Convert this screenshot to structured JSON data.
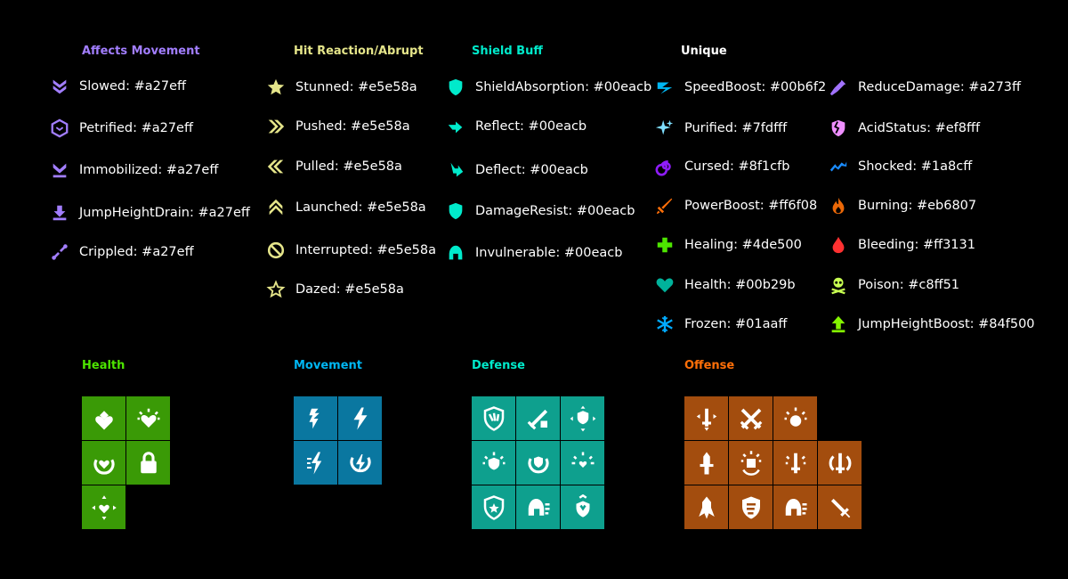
{
  "sections": {
    "affects_movement": {
      "title": "Affects Movement",
      "color": "#a27eff",
      "items": [
        {
          "label": "Slowed: #a27eff",
          "icon": "double-chevron-down-icon",
          "color": "#a27eff"
        },
        {
          "label": "Petrified: #a27eff",
          "icon": "hexagon-icon",
          "color": "#a27eff"
        },
        {
          "label": "Immobilized: #a27eff",
          "icon": "chevron-bar-down-icon",
          "color": "#a27eff"
        },
        {
          "label": "JumpHeightDrain: #a27eff",
          "icon": "arrow-down-bar-icon",
          "color": "#a27eff"
        },
        {
          "label": "Crippled: #a27eff",
          "icon": "broken-bone-icon",
          "color": "#a27eff"
        }
      ]
    },
    "hit_reaction": {
      "title": "Hit Reaction/Abrupt",
      "color": "#e5e58a",
      "items": [
        {
          "label": "Stunned: #e5e58a",
          "icon": "star-icon",
          "color": "#e5e58a"
        },
        {
          "label": "Pushed: #e5e58a",
          "icon": "double-chevron-right-icon",
          "color": "#e5e58a"
        },
        {
          "label": "Pulled: #e5e58a",
          "icon": "double-chevron-left-icon",
          "color": "#e5e58a"
        },
        {
          "label": "Launched: #e5e58a",
          "icon": "double-chevron-up-icon",
          "color": "#e5e58a"
        },
        {
          "label": "Interrupted: #e5e58a",
          "icon": "no-entry-icon",
          "color": "#e5e58a"
        },
        {
          "label": "Dazed: #e5e58a",
          "icon": "star-outline-icon",
          "color": "#e5e58a"
        }
      ]
    },
    "shield_buff": {
      "title": "Shield Buff",
      "color": "#00eacb",
      "items": [
        {
          "label": "ShieldAbsorption: #00eacb",
          "icon": "shield-icon",
          "color": "#00eacb"
        },
        {
          "label": "Reflect: #00eacb",
          "icon": "reflect-arrow-icon",
          "color": "#00eacb"
        },
        {
          "label": "Deflect: #00eacb",
          "icon": "deflect-arrow-icon",
          "color": "#00eacb"
        },
        {
          "label": "DamageResist: #00eacb",
          "icon": "shield-icon",
          "color": "#00eacb"
        },
        {
          "label": "Invulnerable: #00eacb",
          "icon": "helmet-icon",
          "color": "#00eacb"
        }
      ]
    },
    "unique": {
      "title": "Unique",
      "color": "#ffffff",
      "col1": [
        {
          "label": "SpeedBoost: #00b6f2",
          "icon": "speed-icon",
          "color": "#00b6f2"
        },
        {
          "label": "Purified: #7fdfff",
          "icon": "sparkle-icon",
          "color": "#7fdfff"
        },
        {
          "label": "Cursed: #8f1cfb",
          "icon": "spiral-icon",
          "color": "#8f1cfb"
        },
        {
          "label": "PowerBoost: #ff6f08",
          "icon": "sword-icon",
          "color": "#ff6f08"
        },
        {
          "label": "Healing: #4de500",
          "icon": "plus-icon",
          "color": "#4de500"
        },
        {
          "label": "Health: #00b29b",
          "icon": "heart-icon",
          "color": "#00b29b"
        },
        {
          "label": "Frozen: #01aaff",
          "icon": "snowflake-icon",
          "color": "#01aaff"
        }
      ],
      "col2": [
        {
          "label": "ReduceDamage: #a273ff",
          "icon": "syringe-icon",
          "color": "#a273ff"
        },
        {
          "label": "AcidStatus: #ef8fff",
          "icon": "broken-shield-icon",
          "color": "#ef8fff"
        },
        {
          "label": "Shocked: #1a8cff",
          "icon": "lightning-zigzag-icon",
          "color": "#1a8cff"
        },
        {
          "label": "Burning: #eb6807",
          "icon": "flame-icon",
          "color": "#eb6807"
        },
        {
          "label": "Bleeding: #ff3131",
          "icon": "drop-icon",
          "color": "#ff3131"
        },
        {
          "label": "Poison: #c8ff51",
          "icon": "skull-icon",
          "color": "#c8ff51"
        },
        {
          "label": "JumpHeightBoost: #84f500",
          "icon": "arrow-up-bar-icon",
          "color": "#84f500"
        }
      ]
    }
  },
  "groups": {
    "health": {
      "title": "Health",
      "title_color": "#4de500",
      "tile_color": "#3a9a06",
      "tiles": [
        [
          "heart-shield-icon",
          "heart-burst-icon"
        ],
        [
          "heart-ring-icon",
          "lock-icon"
        ],
        [
          "heart-arrows-icon",
          null
        ]
      ]
    },
    "movement": {
      "title": "Movement",
      "title_color": "#00b6f2",
      "tile_color": "#0a77a0",
      "tiles": [
        [
          "speed-boot-icon",
          "bolt-boot-icon"
        ],
        [
          "bolt-boot-alt-icon",
          "bolt-ring-icon"
        ]
      ]
    },
    "defense": {
      "title": "Defense",
      "title_color": "#00eacb",
      "tile_color": "#0ea08e",
      "tiles": [
        [
          "shield-claw-icon",
          "shield-sword-icon",
          "shield-arrows-icon"
        ],
        [
          "shield-burst-icon",
          "shield-ring-icon",
          "shield-heart-icon"
        ],
        [
          "shield-star-icon",
          "helmet-speed-icon",
          "shield-up-icon"
        ]
      ]
    },
    "offense": {
      "title": "Offense",
      "title_color": "#ff6f08",
      "tile_color": "#a34d0e",
      "tiles": [
        [
          "sword-arrows-icon",
          "crossed-swords-icon",
          "fist-burst-icon",
          null
        ],
        [
          "sword-up-icon",
          "fist-ring-icon",
          "sword-burst-icon",
          "sword-shield-icon"
        ],
        [
          "claw-up-icon",
          "shield-chevron-icon",
          "helmet-speed-icon",
          "sword-down-icon"
        ]
      ]
    }
  }
}
